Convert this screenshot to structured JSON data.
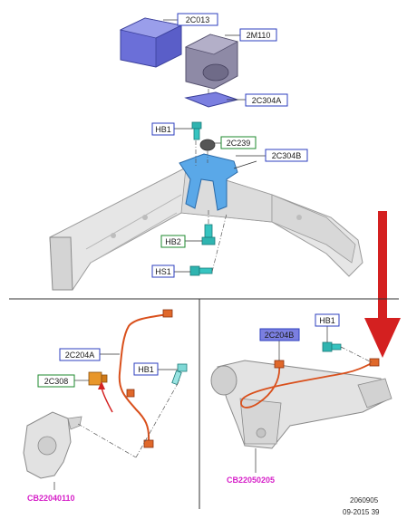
{
  "labels": {
    "hcu_module": "2C013",
    "pump_motor": "2M110",
    "bracket_plate": "2C304A",
    "bolt_top": "HB1",
    "grommet": "2C239",
    "mount_bracket": "2C304B",
    "bolt_lower": "HB2",
    "screw_lower": "HS1",
    "front_sensor_harness": "2C204A",
    "front_bolt": "HB1",
    "front_sensor": "2C308",
    "rear_sensor_harness": "2C204B",
    "rear_bolt": "HB1"
  },
  "callouts": {
    "front_knuckle": "CB22040110",
    "rear_axle": "CB22050205"
  },
  "footer": {
    "drawing_number": "2060905",
    "date_code": "09-2015 39"
  },
  "colors": {
    "label_box_blue": "#2e3fbf",
    "label_box_green": "#1e8a2e",
    "highlight_fill": "#7b7fe0",
    "harness": "#d9501c",
    "callout": "#d61fc8",
    "arrow": "#d42020"
  }
}
